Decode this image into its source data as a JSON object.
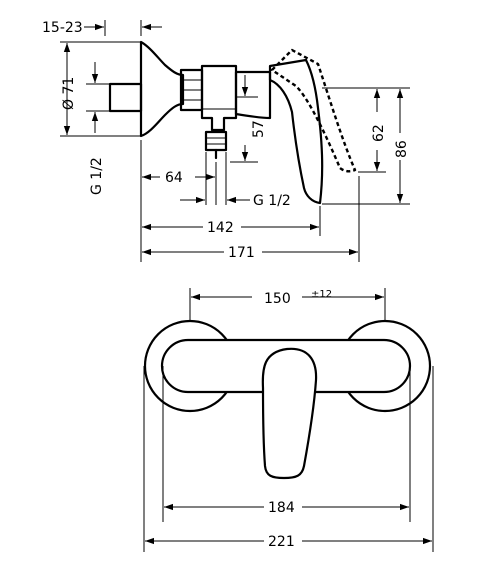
{
  "dimensions": {
    "wall_depth": "15-23",
    "diameter": "Ø 71",
    "thread_left": "G 1/2",
    "offset_64": "64",
    "thread_outlet": "G 1/2",
    "length_142": "142",
    "length_171": "171",
    "height_57": "57",
    "height_62": "62",
    "height_86": "86",
    "centers_150": "150",
    "tolerance": "±12",
    "width_184": "184",
    "width_221": "221"
  }
}
